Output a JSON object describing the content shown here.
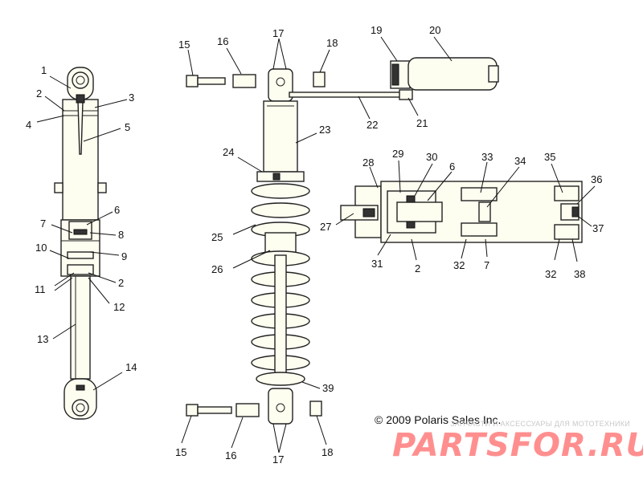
{
  "copyright": "© 2009 Polaris Sales Inc.",
  "watermark_small": "ЗАПЧАСТИ И АКСЕССУАРЫ ДЛЯ МОТОТЕХНИКИ",
  "watermark_logo": "PARTSFOR.RU",
  "callouts": {
    "left": [
      "1",
      "2",
      "3",
      "4",
      "5",
      "6",
      "7",
      "8",
      "9",
      "10",
      "11",
      "2",
      "12",
      "13",
      "14"
    ],
    "center": [
      "15",
      "16",
      "17",
      "18",
      "19",
      "20",
      "21",
      "22",
      "23",
      "24",
      "25",
      "26",
      "39",
      "15",
      "16",
      "17",
      "18"
    ],
    "right": [
      "28",
      "29",
      "30",
      "6",
      "33",
      "34",
      "35",
      "36",
      "27",
      "37",
      "31",
      "2",
      "32",
      "7",
      "32",
      "38"
    ]
  }
}
